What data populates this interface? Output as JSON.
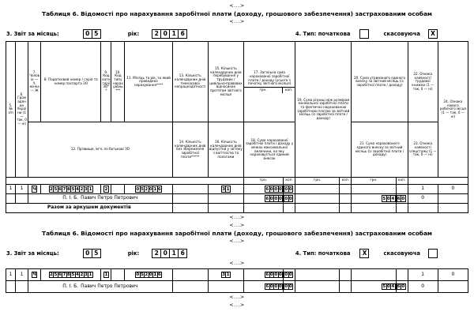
{
  "ellipsis": "<...>",
  "doc": {
    "title": "Таблиця 6. Відомості про нарахування заробітної плати (доходу, грошового забезпечення) застрахованим особам"
  },
  "form": {
    "month_label": "3. Звіт за місяць:",
    "month_digits": [
      "0",
      "5"
    ],
    "year_label": "рік:",
    "year_digits": [
      "2",
      "0",
      "1",
      "6"
    ],
    "type_label": "4. Тип: початкова",
    "cancel_label": "скасовуюча"
  },
  "form1": {
    "initial_mark": "",
    "cancel_mark": "X"
  },
  "form2": {
    "initial_mark": "X",
    "cancel_mark": ""
  },
  "header": {
    "c5": "5. № з/п",
    "c6": "6. Громадянин України (1 — так, 0 — ні)",
    "c7": "7. Чоловік — Ч, жінка — Ж",
    "c8": "8. Податковий номер / серія та номер паспорта ЗО",
    "c9": "9. Код категорії ЗО**",
    "c10": "10. Код типу нарахувань***",
    "c11": "11. Місяць та рік, за який проведено нарахування****",
    "c12": "12. Прізвище, ім'я, по батькові ЗО",
    "c13": "13. Кількість календарних днів тимчасової непрацездатності",
    "c14": "14. Кількість календарних днів без збереження заробітної плати*****",
    "c15": "15. Кількість календарних днів перебування у трудових / цивільно-правових відносинах протягом звітного місяця",
    "c16": "16. Кількість календарних днів відпустки у зв'язку з вагітністю та пологами",
    "c17": "17. Загальна сума нарахованої заробітної плати / доходу (усього з початку звітного місяця)",
    "c18": "18. Сума нарахованої заробітної плати / доходу у межах максимальної величини, на яку нараховується єдиний внесок",
    "c19": "19. Сума різниці між розміром мінімальної заробітної плати та фактично нарахованою заробітною платою за звітний місяць (із заробітної плати / доходу)",
    "c20": "20. Сума утриманого єдиного внеску за звітний місяць (із заробітної плати / доходу)",
    "c21": "21. Сума нарахованого єдиного внеску за звітний місяць (із заробітної плати / доходу)",
    "c22": "22. Ознака наявності трудової книжки (1 — так, 0 — ні)",
    "c23": "23. Ознака наявності спецстажу (1 — так, 0 — ні)",
    "c24": "24. Ознака нового робочого місця (1 — так, 0 — ні)",
    "grn": "грн.",
    "kop": "коп."
  },
  "table1": {
    "row1": {
      "num": "1",
      "citizen": "1",
      "sex": [
        "Ч"
      ],
      "tax_number": [
        "2",
        "5",
        "6",
        "7",
        "8",
        "5",
        "4",
        "2",
        "3",
        "1"
      ],
      "category": [
        "2"
      ],
      "month_year": [
        "0",
        "5",
        "2",
        "0",
        "1",
        "6"
      ],
      "days_in_month": [
        "3",
        "1"
      ],
      "total_grn": [
        "6",
        "0",
        "0",
        "0"
      ],
      "total_kop": [
        "0",
        "0"
      ],
      "has_work_book": "1",
      "new_workplace": "0"
    },
    "row2": {
      "name_label": "П. І. Б.",
      "name": "Павич Петро Петрович",
      "max_grn": [
        "6",
        "0",
        "0",
        "0"
      ],
      "max_kop": [
        "0",
        "0"
      ],
      "esv_grn": [
        "5",
        "0",
        "4"
      ],
      "esv_kop": [
        "6",
        "0"
      ],
      "special_record": "0"
    },
    "total_label": "Разом за аркушем документів"
  },
  "table2": {
    "row1": {
      "num": "1",
      "citizen": "1",
      "sex": [
        "Ч"
      ],
      "tax_number": [
        "2",
        "5",
        "6",
        "7",
        "8",
        "5",
        "4",
        "2",
        "3",
        "1"
      ],
      "category": [
        "1"
      ],
      "month_year": [
        "0",
        "5",
        "2",
        "0",
        "1",
        "6"
      ],
      "days_in_month": [
        "3",
        "1"
      ],
      "total_grn": [
        "6",
        "0",
        "0",
        "0"
      ],
      "total_kop": [
        "0",
        "0"
      ],
      "has_work_book": "1",
      "new_workplace": "0"
    },
    "row2": {
      "name_label": "П. І. Б.",
      "name": "Павич Петро Петрович",
      "max_grn": [
        "6",
        "0",
        "0",
        "0"
      ],
      "max_kop": [
        "0",
        "0"
      ],
      "esv_grn": [
        "5",
        "0",
        "4"
      ],
      "esv_kop": [
        "6",
        "0"
      ],
      "special_record": "0"
    }
  }
}
